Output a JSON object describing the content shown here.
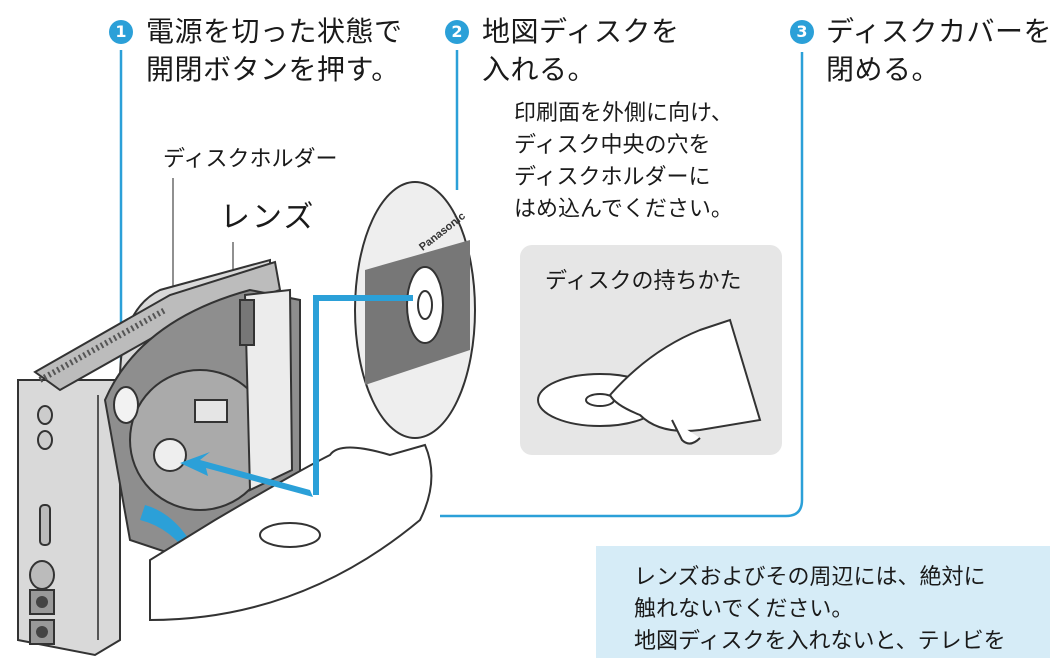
{
  "steps": [
    {
      "num": "1",
      "line1": "電源を切った状態で",
      "line2": "開閉ボタンを押す。"
    },
    {
      "num": "2",
      "line1": "地図ディスクを",
      "line2": "入れる。"
    },
    {
      "num": "3",
      "line1": "ディスクカバーを",
      "line2": "閉める。"
    }
  ],
  "instruction": [
    "印刷面を外側に向け、",
    "ディスク中央の穴を",
    "ディスクホルダーに",
    "はめ込んでください。"
  ],
  "labels": {
    "disc_holder": "ディスクホルダー",
    "lens": "レンズ",
    "brand": "Panasonic"
  },
  "handling": {
    "title": "ディスクの持ちかた"
  },
  "note": [
    "レンズおよびその周辺には、絶対に",
    "触れないでください。",
    "地図ディスクを入れないと、テレビを"
  ],
  "colors": {
    "accent": "#2ba0d8",
    "note_bg": "#d6ecf7",
    "panel_bg": "#e6e6e6"
  }
}
